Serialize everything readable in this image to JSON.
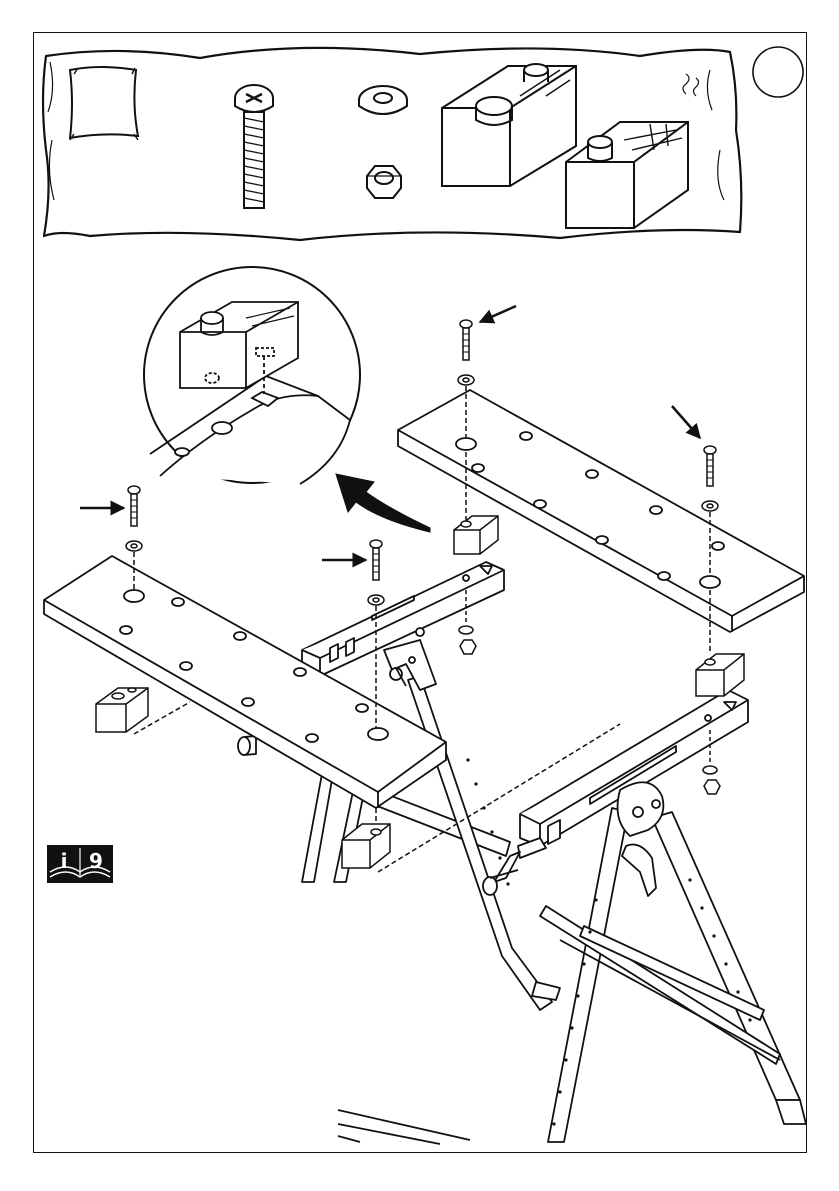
{
  "colors": {
    "ink": "#111111",
    "paper": "#ffffff"
  },
  "step_badge": {
    "icon": "book-info-icon",
    "symbol": "i",
    "number": "9"
  },
  "parts": {
    "items": [
      "bag-icon",
      "screw-icon",
      "washer-icon",
      "nut-icon",
      "block-large-icon",
      "block-small-icon"
    ],
    "marker": "empty-circle-icon"
  },
  "detail_callout": {
    "icon": "magnify-circle-icon",
    "arrow": "curved-arrow-icon"
  },
  "arrows": [
    "arrow-icon-left-screw",
    "arrow-icon-mid-screw",
    "arrow-icon-top-screw",
    "arrow-icon-right-screw"
  ]
}
